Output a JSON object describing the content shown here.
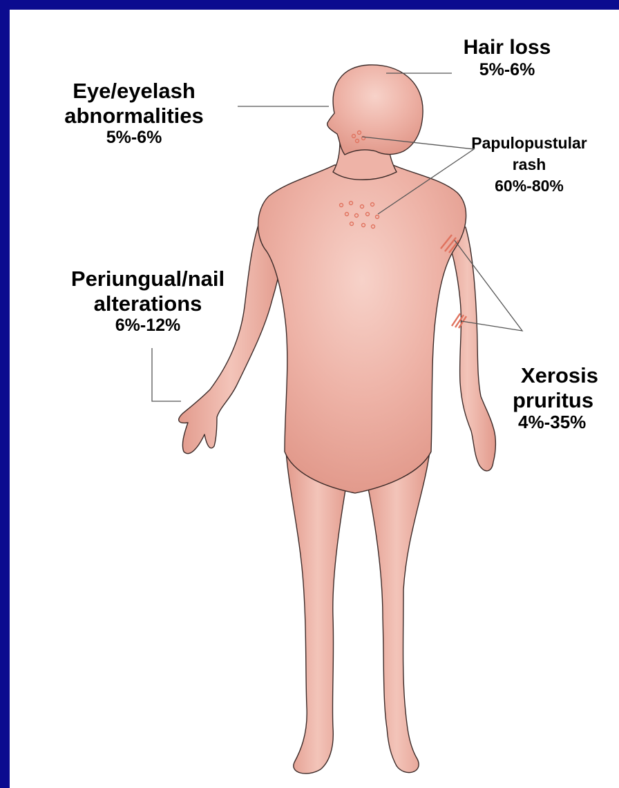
{
  "colors": {
    "background": "#0b0b8f",
    "panel": "#ffffff",
    "skin": "#e8a194",
    "skin_highlight": "#f7d2c9",
    "outline": "#3b2a28",
    "lesion": "#e0725e",
    "leader_line": "#555555"
  },
  "labels": {
    "hair_loss": {
      "line1": "Hair loss",
      "value": "5%-6%"
    },
    "eye": {
      "line1": "Eye/eyelash",
      "line2": "abnormalities",
      "value": "5%-6%"
    },
    "papulo": {
      "line1": "Papulopustular",
      "line2": "rash",
      "value": "60%-80%"
    },
    "nail": {
      "line1": "Periungual/nail",
      "line2": "alterations",
      "value": "6%-12%"
    },
    "xerosis": {
      "line1": "Xerosis",
      "line2": "pruritus",
      "value": "4%-35%"
    }
  }
}
